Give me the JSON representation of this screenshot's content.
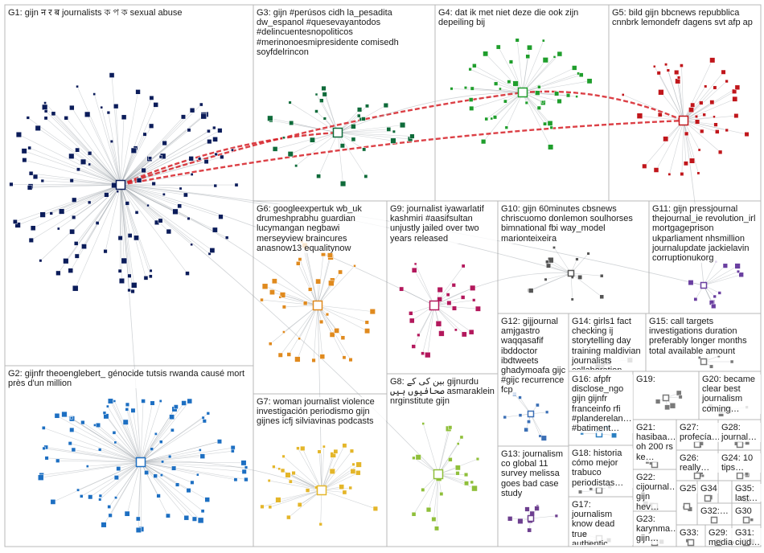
{
  "groups": [
    {
      "id": "G1",
      "label": "G1: gijn न र ब journalists ক প ক sexual abuse",
      "color": "#0b1c5a"
    },
    {
      "id": "G2",
      "label": "G2: gijnfr theoenglebert_ génocide tutsis rwanda causé mort près d'un million",
      "color": "#1d6fc2"
    },
    {
      "id": "G3",
      "label": "G3: gijn #perúsos cidh la_pesadita dw_espanol #quesevayantodos #delincuentesnopoliticos #merinonoesmipresidente comisedh soyfdelrincon",
      "color": "#0f6b3a"
    },
    {
      "id": "G4",
      "label": "G4: dat ik met niet deze die ook zijn depeiling bij",
      "color": "#1f9e2c"
    },
    {
      "id": "G5",
      "label": "G5: bild gijn bbcnews repubblica cnnbrk lemondefr dagens svt afp ap",
      "color": "#c0161b"
    },
    {
      "id": "G6",
      "label": "G6: googleexpertuk wb_uk drumeshprabhu guardian lucymangan negbawi merseyview braincures anasnow13 equalitynow",
      "color": "#e08a1e"
    },
    {
      "id": "G7",
      "label": "G7: woman journalist violence investigación periodismo gijn gijnes icfj silviavinas podcasts",
      "color": "#e4b62a"
    },
    {
      "id": "G8",
      "label": "G8: بین کی کے gijnurdu صحافیوں ہیں asmaraklein nrginstitute gijn",
      "color": "#8fbf3a"
    },
    {
      "id": "G9",
      "label": "G9: journalist iyawarlatif kashmiri #aasifsultan unjustly jailed over two years released",
      "color": "#b3185c"
    },
    {
      "id": "G10",
      "label": "G10: gijn 60minutes cbsnews chriscuomo donlemon soulhorses bimnational fbi way_model marionteixeira",
      "color": "#555555"
    },
    {
      "id": "G11",
      "label": "G11: gijn pressjournal thejournal_ie revolution_irl mortgageprison ukparliament nhsmillion journalupdate jackielavin corruptionukorg",
      "color": "#6a3fa0"
    },
    {
      "id": "G12",
      "label": "G12: gijjournal amjgastro waqqasafif ibddoctor ibdtweets ghadymoafa gijc #gijc recurrence fcp",
      "color": "#3b6fb5"
    },
    {
      "id": "G13",
      "label": "G13: journalism co global 11 survey melissa goes bad case study",
      "color": "#6d3f8f"
    },
    {
      "id": "G14",
      "label": "G14: girls1 fact checking ij storytelling day training maldivian journalists collaboration",
      "color": "#7a7a7a"
    },
    {
      "id": "G15",
      "label": "G15: call targets investigations duration preferably longer months total available amount",
      "color": "#7a7a7a"
    },
    {
      "id": "G16",
      "label": "G16: afpfr disclose_ngo gijn gijnfr franceinfo rfi #planderelan… #batiment…",
      "color": "#2a7fc1"
    },
    {
      "id": "G17",
      "label": "G17: journalism know dead true authentic…",
      "color": "#7a7a7a"
    },
    {
      "id": "G18",
      "label": "G18: historia cómo mejor trabuco periodistas…",
      "color": "#7a7a7a"
    },
    {
      "id": "G19",
      "label": "G19:",
      "color": "#7a7a7a"
    },
    {
      "id": "G20",
      "label": "G20: became clear best journalism coming…",
      "color": "#7a7a7a"
    },
    {
      "id": "G21",
      "label": "G21: hasibaa… oh 200 rs ke…",
      "color": "#7a7a7a"
    },
    {
      "id": "G22",
      "label": "G22: cijournal… gijn hey…",
      "color": "#7a7a7a"
    },
    {
      "id": "G23",
      "label": "G23: karynma… gijn…",
      "color": "#7a7a7a"
    },
    {
      "id": "G24",
      "label": "G24: 10 tips…",
      "color": "#7a7a7a"
    },
    {
      "id": "G25",
      "label": "G25",
      "color": "#7a7a7a"
    },
    {
      "id": "G26",
      "label": "G26: really…",
      "color": "#7a7a7a"
    },
    {
      "id": "G27",
      "label": "G27: profecía…",
      "color": "#7a7a7a"
    },
    {
      "id": "G28",
      "label": "G28: journal…",
      "color": "#7a7a7a"
    },
    {
      "id": "G29",
      "label": "G29: mediagrea…",
      "color": "#7a7a7a"
    },
    {
      "id": "G30",
      "label": "G30",
      "color": "#7a7a7a"
    },
    {
      "id": "G31",
      "label": "G31: ciud…",
      "color": "#7a7a7a"
    },
    {
      "id": "G32",
      "label": "G32:…",
      "color": "#7a7a7a"
    },
    {
      "id": "G33",
      "label": "G33:",
      "color": "#7a7a7a"
    },
    {
      "id": "G34",
      "label": "G34",
      "color": "#7a7a7a"
    },
    {
      "id": "G35",
      "label": "G35: last…",
      "color": "#7a7a7a"
    }
  ]
}
